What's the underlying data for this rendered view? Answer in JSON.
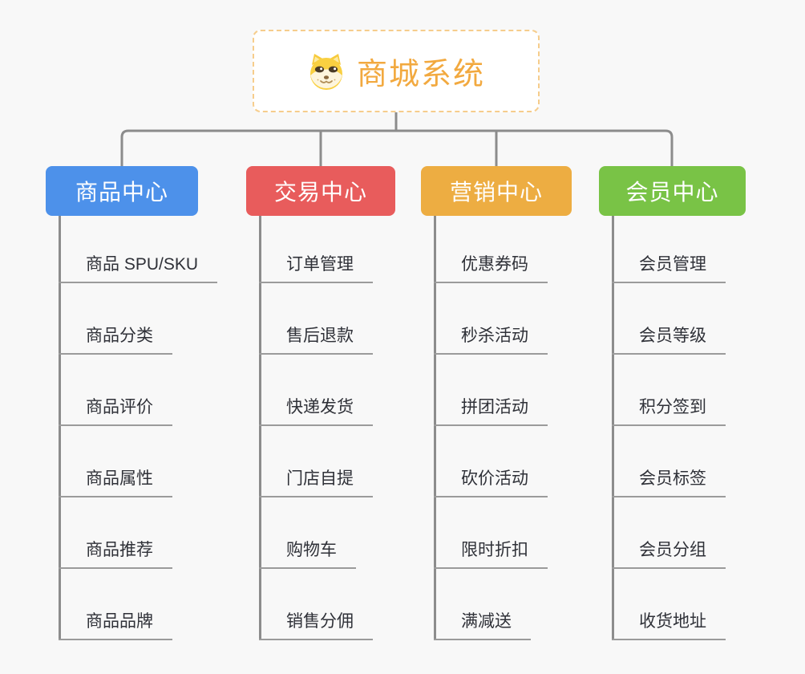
{
  "root": {
    "title": "商城系统",
    "icon": "doge-face-icon"
  },
  "branches": [
    {
      "label": "商品中心",
      "color": "#4D91EA",
      "items": [
        "商品 SPU/SKU",
        "商品分类",
        "商品评价",
        "商品属性",
        "商品推荐",
        "商品品牌"
      ]
    },
    {
      "label": "交易中心",
      "color": "#E85C5C",
      "items": [
        "订单管理",
        "售后退款",
        "快递发货",
        "门店自提",
        "购物车",
        "销售分佣"
      ]
    },
    {
      "label": "营销中心",
      "color": "#EDAD42",
      "items": [
        "优惠券码",
        "秒杀活动",
        "拼团活动",
        "砍价活动",
        "限时折扣",
        "满减送"
      ]
    },
    {
      "label": "会员中心",
      "color": "#79C346",
      "items": [
        "会员管理",
        "会员等级",
        "积分签到",
        "会员标签",
        "会员分组",
        "收货地址"
      ]
    }
  ],
  "colors": {
    "background": "#F8F8F8",
    "connector": "#8C8C8C",
    "underline": "#9B9B9B",
    "leaf_text": "#2F3138",
    "root_text": "#F2A93F",
    "root_border": "#F6CD8C"
  }
}
